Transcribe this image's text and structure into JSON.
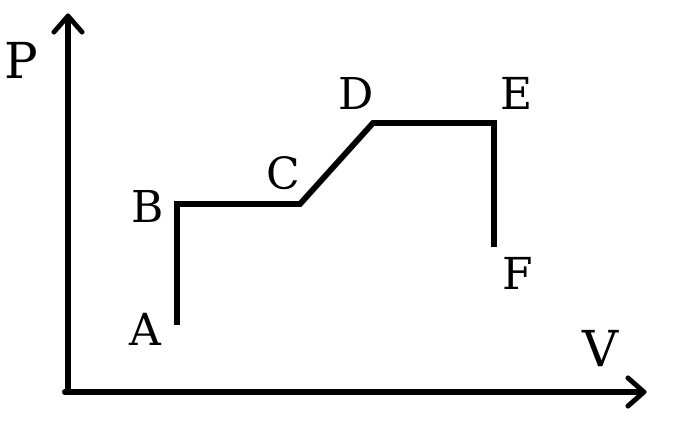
{
  "diagram": {
    "axes": {
      "y_label": "P",
      "x_label": "V"
    },
    "points": {
      "a": "A",
      "b": "B",
      "c": "C",
      "d": "D",
      "e": "E",
      "f": "F"
    },
    "path_order": [
      "A",
      "B",
      "C",
      "D",
      "E",
      "F"
    ],
    "colors": {
      "stroke": "#000000",
      "background": "#ffffff"
    }
  }
}
